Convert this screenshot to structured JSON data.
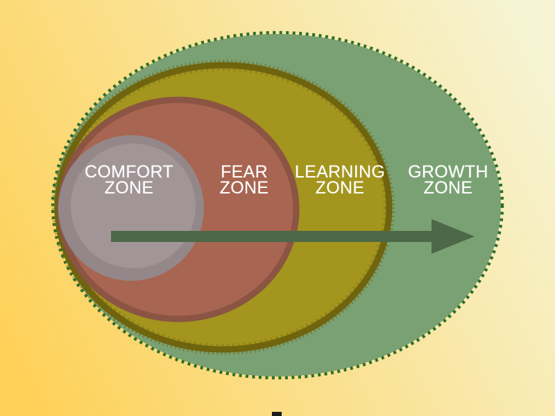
{
  "diagram": {
    "title": "Comfort / Fear / Learning / Growth zones diagram",
    "background": {
      "gradient_start": "#fed158",
      "gradient_end": "#f6f4d4"
    },
    "label_color": "#ffffff",
    "zones": [
      {
        "id": "comfort",
        "label_line1": "COMFORT",
        "label_line2": "ZONE",
        "fill": "#a29597",
        "ring_fill": "#948789"
      },
      {
        "id": "fear",
        "label_line1": "FEAR",
        "label_line2": "ZONE",
        "fill": "#a86551",
        "border": "#8b5443"
      },
      {
        "id": "learning",
        "label_line1": "LEARNING",
        "label_line2": "ZONE",
        "fill": "#a3951e",
        "border": "#70640e"
      },
      {
        "id": "growth",
        "label_line1": "GROWTH",
        "label_line2": "ZONE",
        "fill": "#7aa173",
        "border": "#2d6e2d",
        "border_style": "dotted"
      }
    ],
    "arrow": {
      "color": "#4c6847",
      "direction": "right"
    },
    "bottom_mark_color": "#1c1c1c"
  }
}
